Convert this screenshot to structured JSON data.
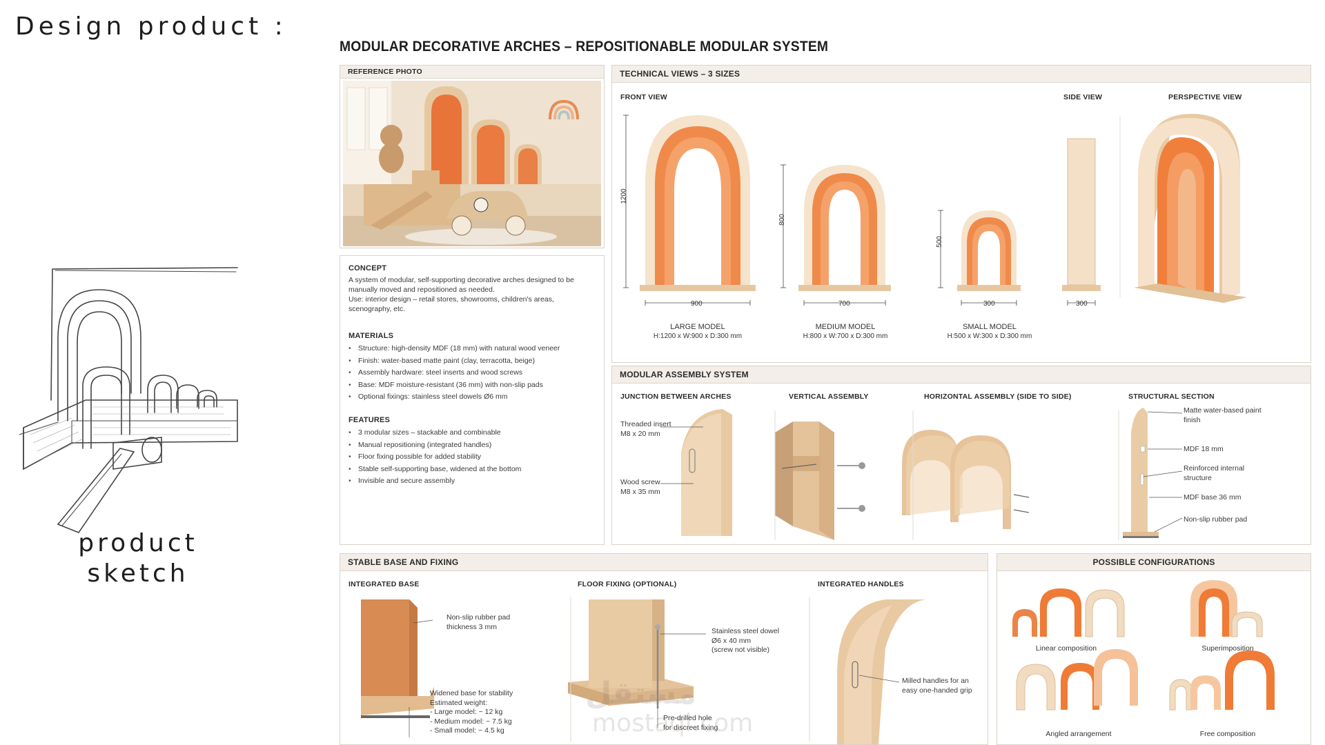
{
  "page": {
    "heading": "Design product :",
    "sketch_caption_line1": "product",
    "sketch_caption_line2": "sketch"
  },
  "board": {
    "title": "MODULAR DECORATIVE ARCHES – REPOSITIONABLE MODULAR SYSTEM",
    "reference_photo": {
      "header": "REFERENCE PHOTO"
    },
    "concept": {
      "header": "CONCEPT",
      "text1": "A system of modular, self-supporting decorative arches designed to be manually moved and repositioned as needed.",
      "text2": "Use: interior design – retail stores, showrooms, children's areas, scenography, etc."
    },
    "materials": {
      "header": "MATERIALS",
      "items": [
        "Structure: high-density MDF (18 mm) with natural wood veneer",
        "Finish: water-based matte paint (clay, terracotta, beige)",
        "Assembly hardware: steel inserts and wood screws",
        "Base: MDF moisture-resistant (36 mm) with non-slip pads",
        "Optional fixings: stainless steel dowels Ø6 mm"
      ]
    },
    "features": {
      "header": "FEATURES",
      "items": [
        "3 modular sizes – stackable and combinable",
        "Manual repositioning (integrated handles)",
        "Floor fixing possible for added stability",
        "Stable self-supporting base, widened at the bottom",
        "Invisible and secure assembly"
      ]
    },
    "technical": {
      "header": "TECHNICAL VIEWS – 3 SIZES",
      "front_view": "FRONT VIEW",
      "side_view": "SIDE VIEW",
      "perspective_view": "PERSPECTIVE VIEW",
      "dims": {
        "h_large": "1200",
        "h_medium": "800",
        "h_small": "500",
        "w_large": "900",
        "w_medium": "700",
        "w_small": "300",
        "d_side": "300"
      },
      "models": [
        {
          "name": "LARGE MODEL",
          "spec": "H:1200 x W:900 x D:300 mm"
        },
        {
          "name": "MEDIUM MODEL",
          "spec": "H:800 x W:700 x D:300 mm"
        },
        {
          "name": "SMALL MODEL",
          "spec": "H:500 x W:300 x D:300 mm"
        }
      ]
    },
    "assembly": {
      "header": "MODULAR ASSEMBLY SYSTEM",
      "junction": "JUNCTION BETWEEN ARCHES",
      "vertical": "VERTICAL ASSEMBLY",
      "horizontal": "HORIZONTAL ASSEMBLY (SIDE TO SIDE)",
      "section": "STRUCTURAL SECTION",
      "threaded_1": "Threaded insert",
      "threaded_2": "M8 x 20 mm",
      "screw_1": "Wood screw",
      "screw_2": "M8 x 35 mm",
      "sec_paint_1": "Matte water-based paint",
      "sec_paint_2": "finish",
      "sec_mdf": "MDF 18 mm",
      "sec_reinf_1": "Reinforced internal",
      "sec_reinf_2": "structure",
      "sec_base": "MDF base 36 mm",
      "sec_pad": "Non-slip rubber pad"
    },
    "base": {
      "header": "STABLE BASE AND FIXING",
      "integrated_base": "INTEGRATED BASE",
      "floor_fixing": "FLOOR FIXING (OPTIONAL)",
      "handles": "INTEGRATED HANDLES",
      "pad_1": "Non-slip rubber pad",
      "pad_2": "thickness 3 mm",
      "wide_1": "Widened base for stability",
      "wide_2": "Estimated weight:",
      "wide_3": "- Large model:   ~ 12 kg",
      "wide_4": "- Medium model:   ~ 7.5 kg",
      "wide_5": "- Small model:   ~ 4.5 kg",
      "dowel_1": "Stainless steel dowel",
      "dowel_2": "Ø6 x 40 mm",
      "dowel_3": "(screw not visible)",
      "hole_1": "Pre-drilled hole",
      "hole_2": "for discreet fixing",
      "handle_1": "Milled handles for an",
      "handle_2": "easy one-handed grip"
    },
    "configs": {
      "header": "POSSIBLE CONFIGURATIONS",
      "items": [
        "Linear composition",
        "Superimposition",
        "Angled arrangement",
        "Free composition"
      ]
    },
    "watermark_1": "مستقل",
    "watermark_2": "mostaql.com"
  },
  "colors": {
    "orange": "#f07f3c",
    "orange_light": "#f6a164",
    "wood": "#e9cda9",
    "wood_dark": "#d4ad80",
    "cream": "#f6e5d0"
  }
}
